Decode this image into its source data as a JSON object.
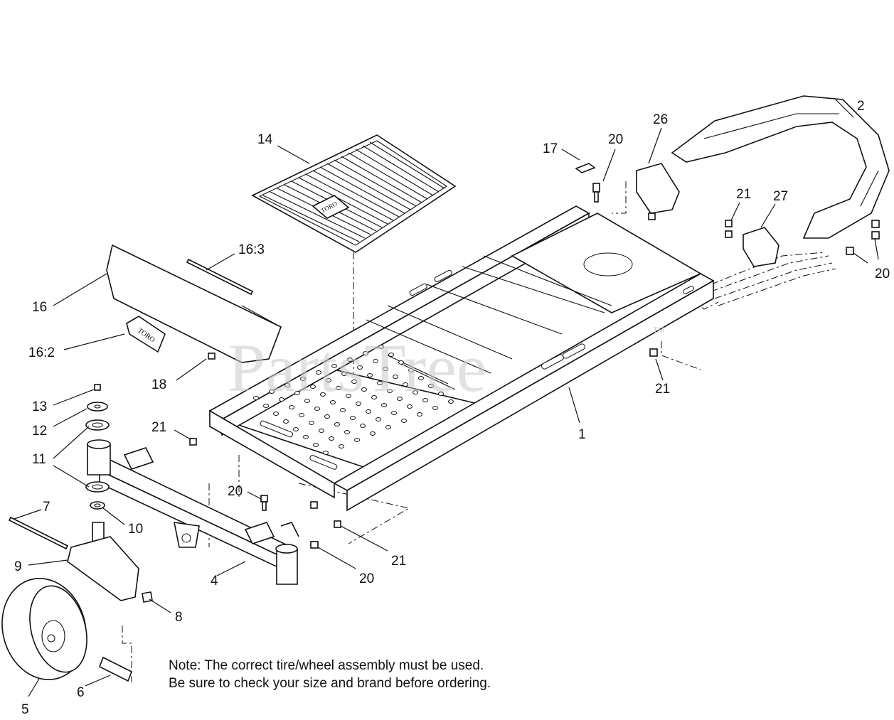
{
  "watermark": {
    "text": "PartsTree",
    "trademark": "TM"
  },
  "callouts": {
    "c1": "1",
    "c2": "2",
    "c4": "4",
    "c5": "5",
    "c6": "6",
    "c7": "7",
    "c8": "8",
    "c9": "9",
    "c10": "10",
    "c11": "11",
    "c12": "12",
    "c13": "13",
    "c14": "14",
    "c16": "16",
    "c16_2": "16:2",
    "c16_3": "16:3",
    "c17": "17",
    "c18": "18",
    "c20a": "20",
    "c20b": "20",
    "c20c": "20",
    "c20d": "20",
    "c21a": "21",
    "c21b": "21",
    "c21c": "21",
    "c21d": "21",
    "c26": "26",
    "c27": "27"
  },
  "decal_text": "TORO",
  "note": {
    "line1": "Note: The correct tire/wheel assembly must be used.",
    "line2": "Be sure to check your size and brand before ordering."
  }
}
